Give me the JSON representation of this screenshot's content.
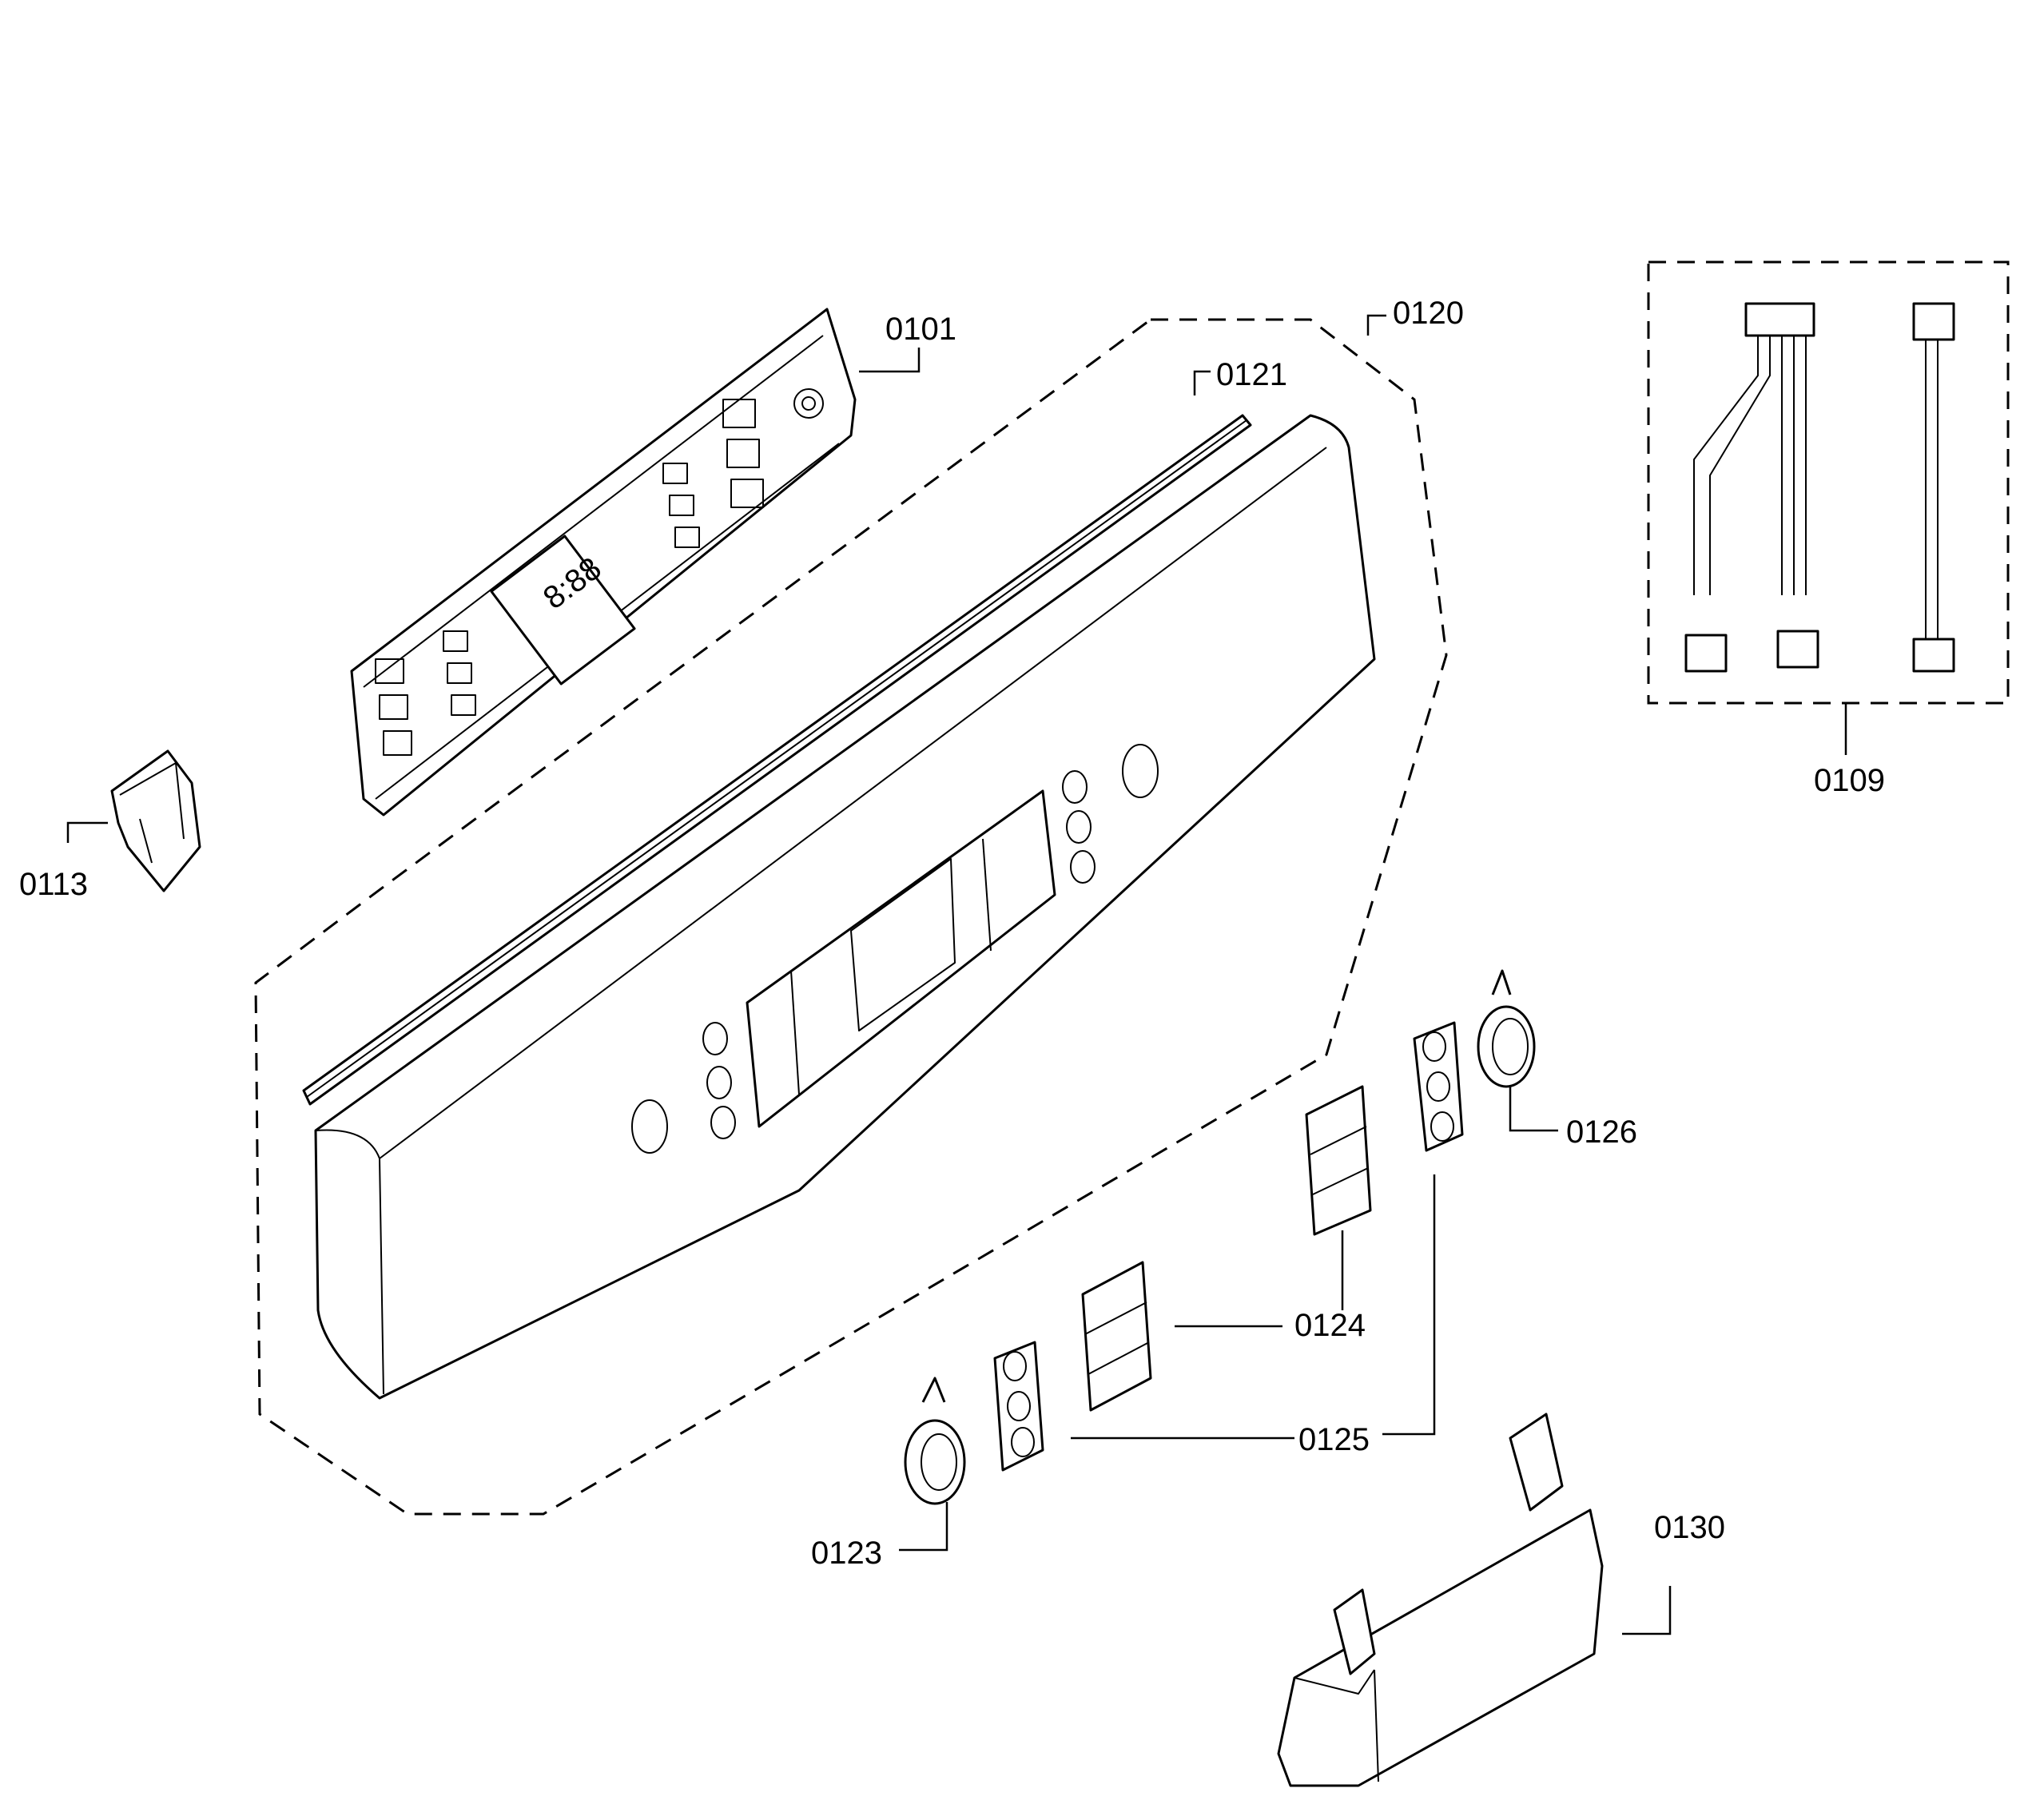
{
  "parts": {
    "p0101": "0101",
    "p0120": "0120",
    "p0121": "0121",
    "p0109": "0109",
    "p0113": "0113",
    "p0126": "0126",
    "p0124a": "0124",
    "p0124b": "0124",
    "p0125": "0125",
    "p0123": "0123",
    "p0130": "0130"
  },
  "display_readout": "8:88"
}
